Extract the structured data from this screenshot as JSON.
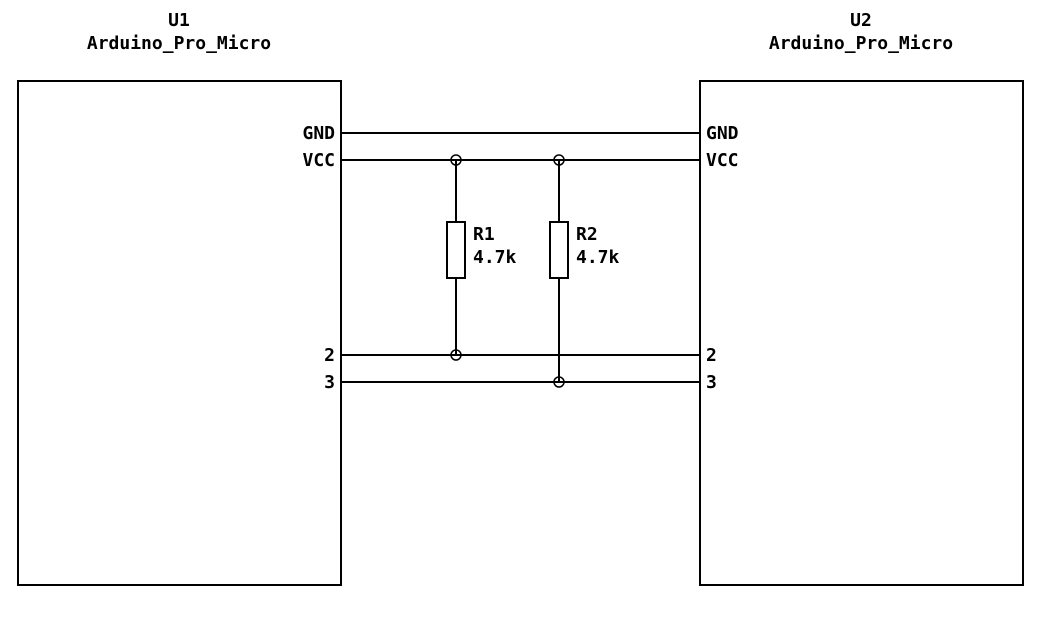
{
  "schematic": {
    "colors": {
      "stroke": "#000000",
      "background": "#ffffff"
    },
    "u1": {
      "ref": "U1",
      "value": "Arduino_Pro_Micro",
      "pin_gnd": "GND",
      "pin_vcc": "VCC",
      "pin_2": "2",
      "pin_3": "3"
    },
    "u2": {
      "ref": "U2",
      "value": "Arduino_Pro_Micro",
      "pin_gnd": "GND",
      "pin_vcc": "VCC",
      "pin_2": "2",
      "pin_3": "3"
    },
    "r1": {
      "ref": "R1",
      "value": "4.7k"
    },
    "r2": {
      "ref": "R2",
      "value": "4.7k"
    }
  }
}
